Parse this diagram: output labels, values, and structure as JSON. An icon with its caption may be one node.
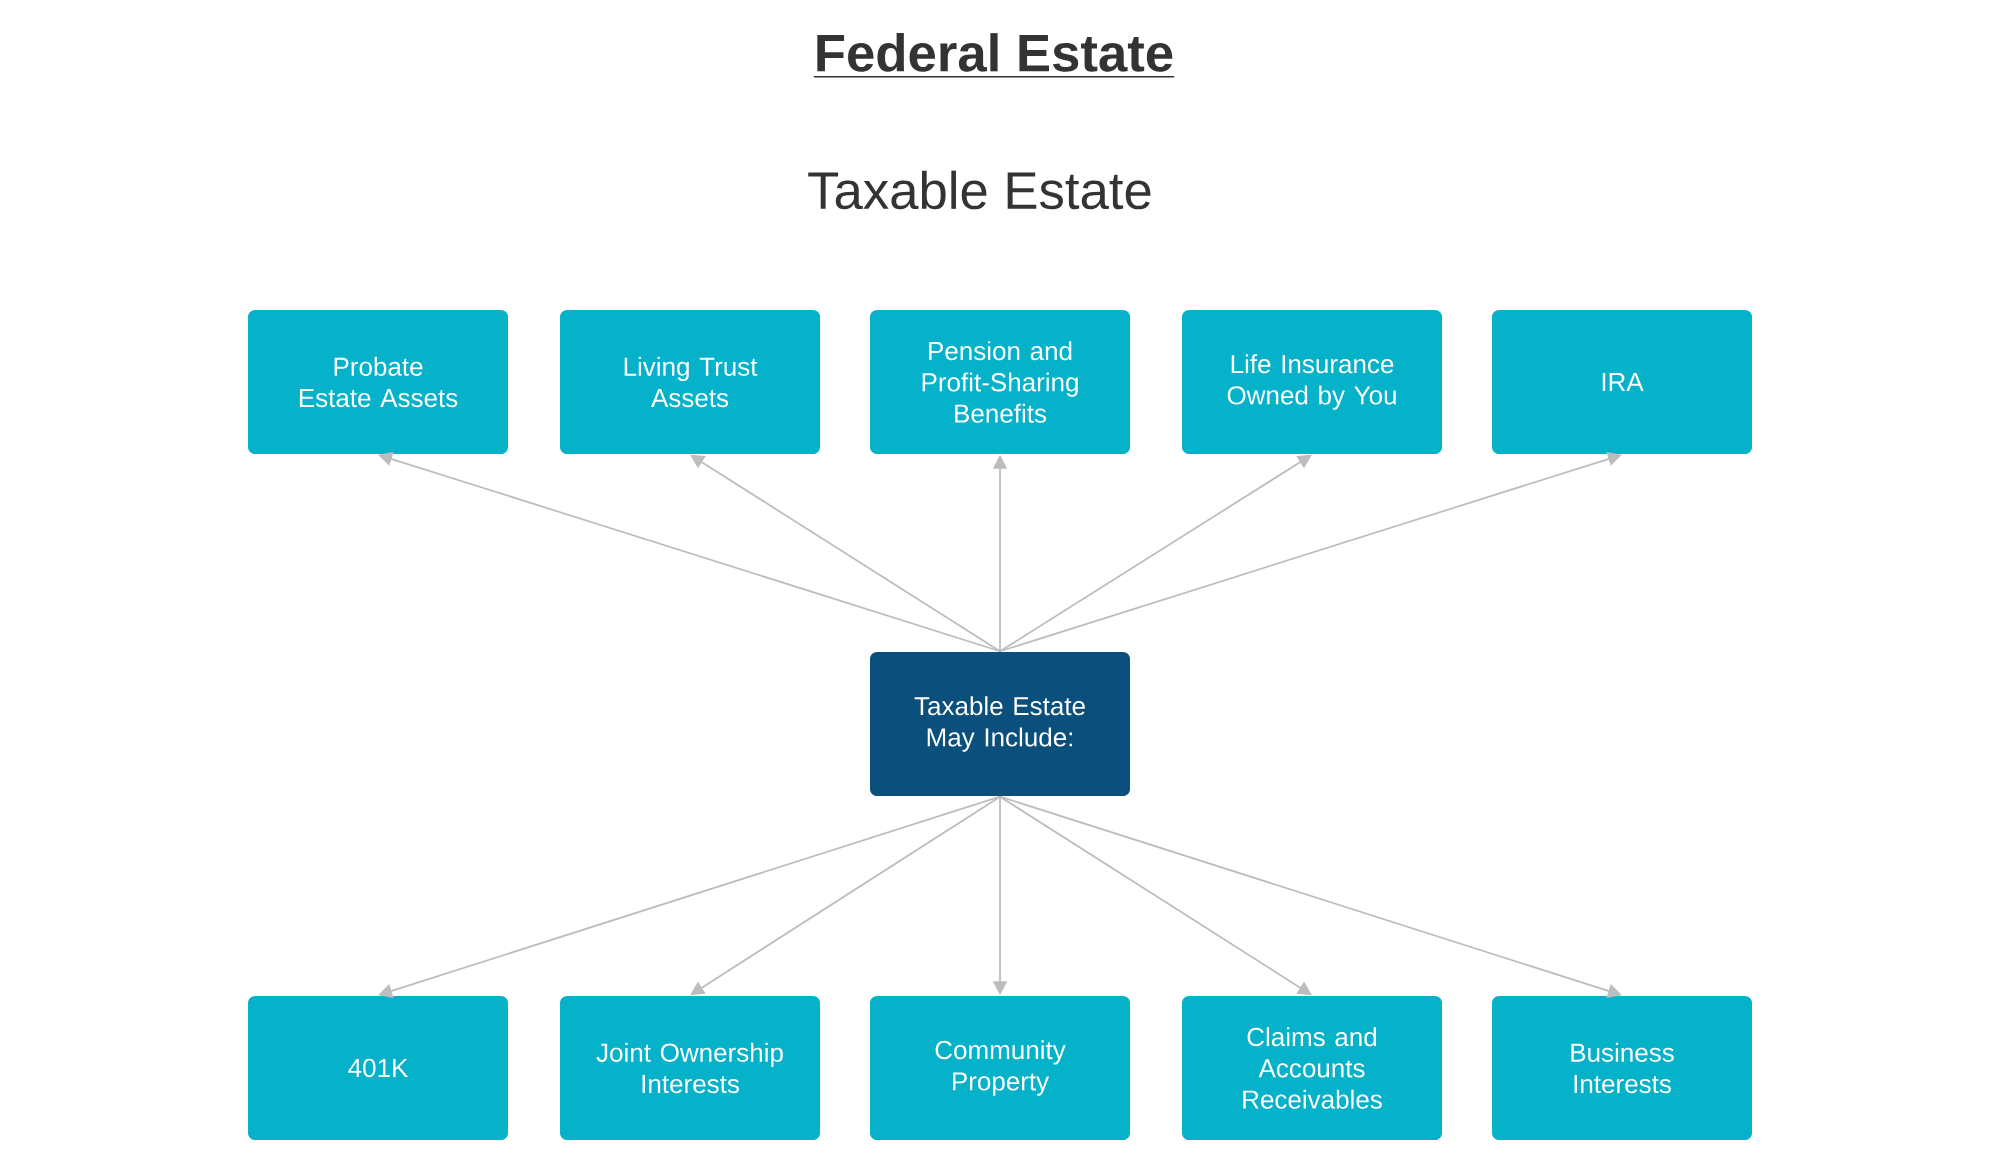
{
  "diagram": {
    "title": "Federal Estate",
    "nodes": [
      {
        "text": [
          "Probate Estate Assets"
        ]
      },
      {
        "text": [
          "Living Trust Assets"
        ]
      },
      {
        "text": [
          "Pension and Profit-Sharing Benefits"
        ]
      },
      {
        "text": [
          "Life Insurance Owned by You"
        ]
      },
      {
        "text": [
          "IRA"
        ]
      },
      {
        "text": [
          "Taxable Estate May Include:"
        ]
      },
      {
        "text": [
          "401K"
        ]
      },
      {
        "text": [
          "Joint Ownership Interests"
        ]
      },
      {
        "text": [
          "Community Property"
        ]
      },
      {
        "text": [
          "Claims and Accounts Receivables"
        ]
      },
      {
        "text": [
          "Business Interests"
        ]
      }
    ],
    "edges": [
      {
        "from": 5,
        "to": 0,
        "arrow": "to"
      },
      {
        "from": 5,
        "to": 1,
        "arrow": "to"
      },
      {
        "from": 5,
        "to": 2,
        "arrow": "to"
      },
      {
        "from": 5,
        "to": 3,
        "arrow": "to"
      },
      {
        "from": 5,
        "to": 4,
        "arrow": "to"
      },
      {
        "from": 5,
        "to": 6,
        "arrow": "to"
      },
      {
        "from": 5,
        "to": 7,
        "arrow": "to"
      },
      {
        "from": 5,
        "to": 8,
        "arrow": "to"
      },
      {
        "from": 5,
        "to": 9,
        "arrow": "to"
      },
      {
        "from": 5,
        "to": 10,
        "arrow": "to"
      }
    ],
    "labels": [
      "Taxable Estate"
    ]
  }
}
